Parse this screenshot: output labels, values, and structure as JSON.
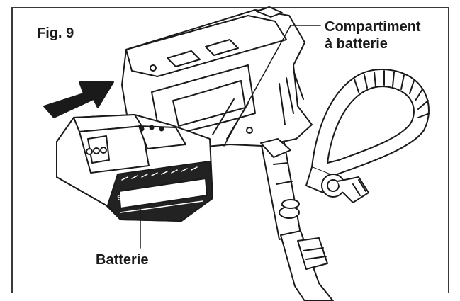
{
  "figure": {
    "fig_label": "Fig. 9",
    "callouts": {
      "compartment_line1": "Compartiment",
      "compartment_line2": "à batterie",
      "battery": "Batterie"
    },
    "battery_brand": "SNOWJOE"
  },
  "colors": {
    "ink": "#1a1a1a",
    "frame": "#3a3a3a",
    "fill_light": "#ffffff",
    "fill_dark": "#222222"
  }
}
